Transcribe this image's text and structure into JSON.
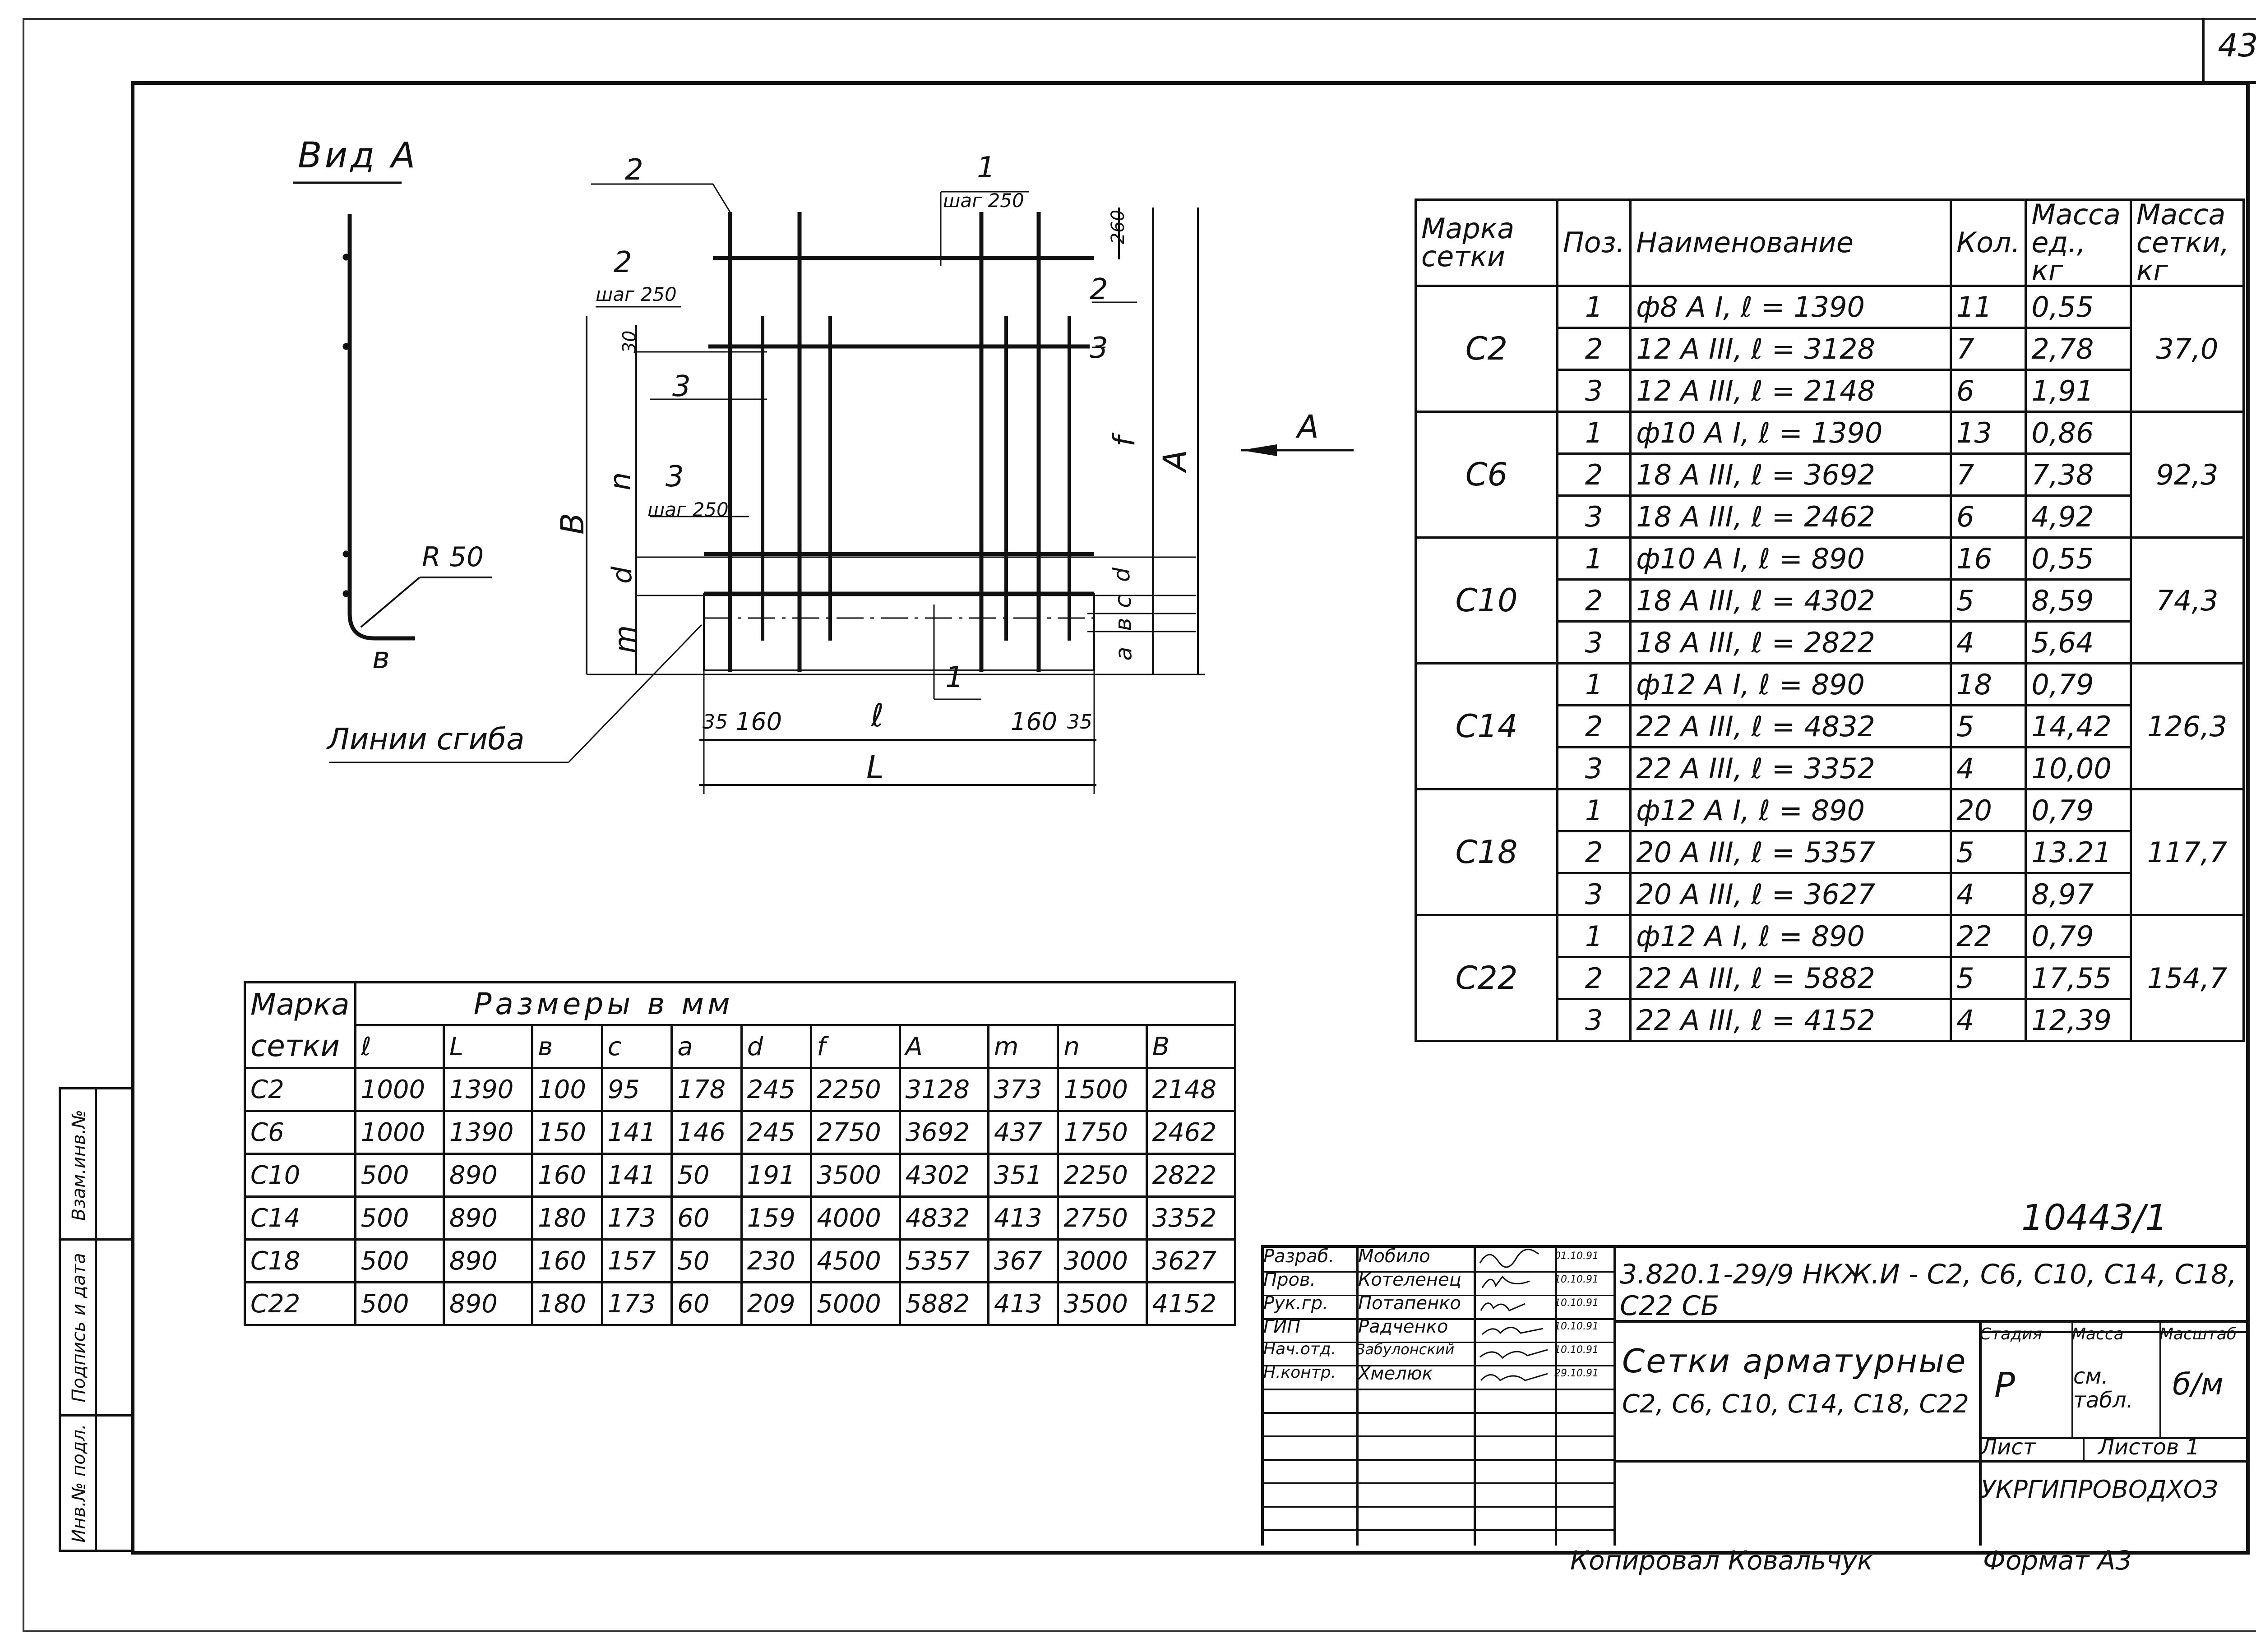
{
  "page_number": "43",
  "drawing": {
    "view_title": "Вид А",
    "view_radius_label": "R 50",
    "view_thickness_label": "в",
    "bend_lines_label": "Линии сгиба",
    "arrow_label": "А",
    "labels": {
      "pos1": "1",
      "pos2": "2",
      "pos3": "3",
      "step": "шаг 250",
      "dim_260": "260",
      "dim_30": "30",
      "dim_35": "35",
      "dim_160": "160",
      "dim_l": "ℓ",
      "dim_L": "L",
      "dim_B": "В",
      "dim_A": "А",
      "dim_f": "f",
      "dim_n": "n",
      "dim_d": "d",
      "dim_m": "m",
      "dim_a": "a",
      "dim_b": "в",
      "dim_c": "c"
    }
  },
  "spec_table": {
    "headers": [
      "Марка сетки",
      "Поз.",
      "Наименование",
      "Кол.",
      "Масса ед., кг",
      "Масса сетки, кг"
    ],
    "groups": [
      {
        "mark": "С2",
        "mass": "37,0",
        "rows": [
          {
            "pos": "1",
            "name": "ф8 А I, ℓ = 1390",
            "qty": "11",
            "unit": "0,55"
          },
          {
            "pos": "2",
            "name": "12 А III, ℓ = 3128",
            "qty": "7",
            "unit": "2,78"
          },
          {
            "pos": "3",
            "name": "12 А III, ℓ = 2148",
            "qty": "6",
            "unit": "1,91"
          }
        ]
      },
      {
        "mark": "С6",
        "mass": "92,3",
        "rows": [
          {
            "pos": "1",
            "name": "ф10 А I, ℓ = 1390",
            "qty": "13",
            "unit": "0,86"
          },
          {
            "pos": "2",
            "name": "18 А III, ℓ = 3692",
            "qty": "7",
            "unit": "7,38"
          },
          {
            "pos": "3",
            "name": "18 А III, ℓ = 2462",
            "qty": "6",
            "unit": "4,92"
          }
        ]
      },
      {
        "mark": "С10",
        "mass": "74,3",
        "rows": [
          {
            "pos": "1",
            "name": "ф10 А I, ℓ = 890",
            "qty": "16",
            "unit": "0,55"
          },
          {
            "pos": "2",
            "name": "18 А III, ℓ = 4302",
            "qty": "5",
            "unit": "8,59"
          },
          {
            "pos": "3",
            "name": "18 А III, ℓ = 2822",
            "qty": "4",
            "unit": "5,64"
          }
        ]
      },
      {
        "mark": "С14",
        "mass": "126,3",
        "rows": [
          {
            "pos": "1",
            "name": "ф12 А I, ℓ = 890",
            "qty": "18",
            "unit": "0,79"
          },
          {
            "pos": "2",
            "name": "22 А III, ℓ = 4832",
            "qty": "5",
            "unit": "14,42"
          },
          {
            "pos": "3",
            "name": "22 А III, ℓ = 3352",
            "qty": "4",
            "unit": "10,00"
          }
        ]
      },
      {
        "mark": "С18",
        "mass": "117,7",
        "rows": [
          {
            "pos": "1",
            "name": "ф12 А I, ℓ = 890",
            "qty": "20",
            "unit": "0,79"
          },
          {
            "pos": "2",
            "name": "20 А III, ℓ = 5357",
            "qty": "5",
            "unit": "13.21"
          },
          {
            "pos": "3",
            "name": "20 А III, ℓ = 3627",
            "qty": "4",
            "unit": "8,97"
          }
        ]
      },
      {
        "mark": "С22",
        "mass": "154,7",
        "rows": [
          {
            "pos": "1",
            "name": "ф12 А I, ℓ = 890",
            "qty": "22",
            "unit": "0,79"
          },
          {
            "pos": "2",
            "name": "22 А III, ℓ = 5882",
            "qty": "5",
            "unit": "17,55"
          },
          {
            "pos": "3",
            "name": "22 А III, ℓ = 4152",
            "qty": "4",
            "unit": "12,39"
          }
        ]
      }
    ]
  },
  "dims_table": {
    "title": "Размеры в мм",
    "mark_header": [
      "Марка",
      "сетки"
    ],
    "columns": [
      "ℓ",
      "L",
      "в",
      "c",
      "a",
      "d",
      "f",
      "А",
      "m",
      "n",
      "В"
    ],
    "rows": [
      [
        "С2",
        "1000",
        "1390",
        "100",
        "95",
        "178",
        "245",
        "2250",
        "3128",
        "373",
        "1500",
        "2148"
      ],
      [
        "С6",
        "1000",
        "1390",
        "150",
        "141",
        "146",
        "245",
        "2750",
        "3692",
        "437",
        "1750",
        "2462"
      ],
      [
        "С10",
        "500",
        "890",
        "160",
        "141",
        "50",
        "191",
        "3500",
        "4302",
        "351",
        "2250",
        "2822"
      ],
      [
        "С14",
        "500",
        "890",
        "180",
        "173",
        "60",
        "159",
        "4000",
        "4832",
        "413",
        "2750",
        "3352"
      ],
      [
        "С18",
        "500",
        "890",
        "160",
        "157",
        "50",
        "230",
        "4500",
        "5357",
        "367",
        "3000",
        "3627"
      ],
      [
        "С22",
        "500",
        "890",
        "180",
        "173",
        "60",
        "209",
        "5000",
        "5882",
        "413",
        "3500",
        "4152"
      ]
    ]
  },
  "title_block": {
    "inventory_number": "10443/1",
    "code": "3.820.1-29/9 НКЖ.И - С2, С6, С10, С14, С18, С22 СБ",
    "staff": [
      {
        "role": "Разраб.",
        "name": "Мобило",
        "date": "01.10.91"
      },
      {
        "role": "Пров.",
        "name": "Котеленец",
        "date": "10.10.91"
      },
      {
        "role": "Рук.гр.",
        "name": "Потапенко",
        "date": "10.10.91"
      },
      {
        "role": "ГИП",
        "name": "Радченко",
        "date": "10.10.91"
      },
      {
        "role": "Нач.отд.",
        "name": "Забулонский",
        "date": "10.10.91"
      },
      {
        "role": "Н.контр.",
        "name": "Хмелюк",
        "date": "29.10.91"
      }
    ],
    "doc_title_line1": "Сетки арматурные",
    "doc_title_line2": "С2, С6, С10, С14, С18, С22",
    "stage_header": "Стадия",
    "mass_header": "Масса",
    "scale_header": "Масштаб",
    "stage": "Р",
    "mass": "см. табл.",
    "scale": "б/м",
    "sheet_label": "Лист",
    "sheets_label": "Листов 1",
    "org": "УКРГИПРОВОДХОЗ",
    "copied": "Копировал Ковальчук",
    "format": "Формат А3"
  },
  "side_stamp": {
    "labels": [
      "Инв.№ подл.",
      "Подпись и дата",
      "Взам.инв.№"
    ]
  }
}
